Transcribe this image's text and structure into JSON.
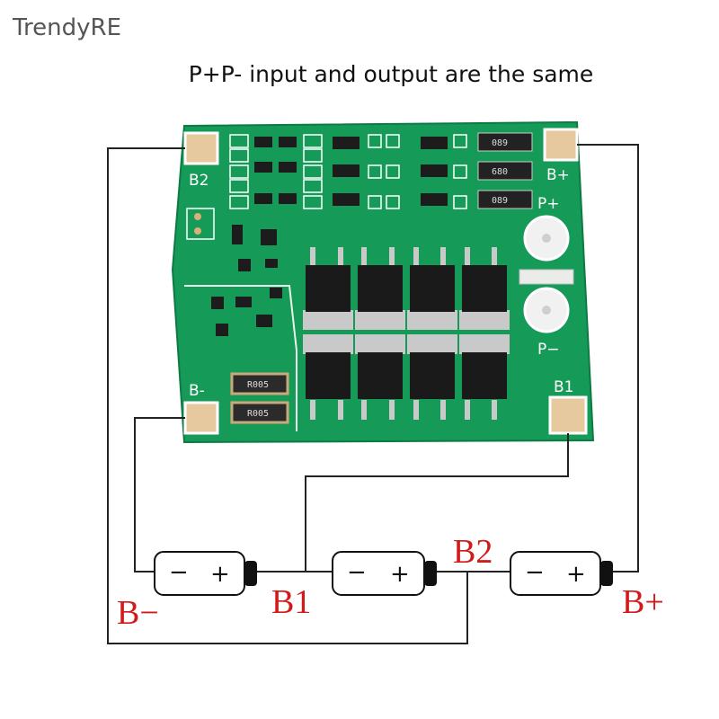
{
  "brand": "TrendyRE",
  "headline": "P+P- input and output are the same",
  "board": {
    "pad_b2": "B2",
    "pad_bplus": "B+",
    "pad_pplus": "P+",
    "pad_pminus": "P−",
    "pad_bminus": "B-",
    "pad_b1": "B1",
    "resistors_top": [
      "089",
      "680",
      "089"
    ],
    "shunts": [
      "R005",
      "R005"
    ]
  },
  "diagram": {
    "label_bminus": "B−",
    "label_b1": "B1",
    "label_b2": "B2",
    "label_bplus": "B+",
    "cell_minus": "−",
    "cell_plus": "+"
  }
}
